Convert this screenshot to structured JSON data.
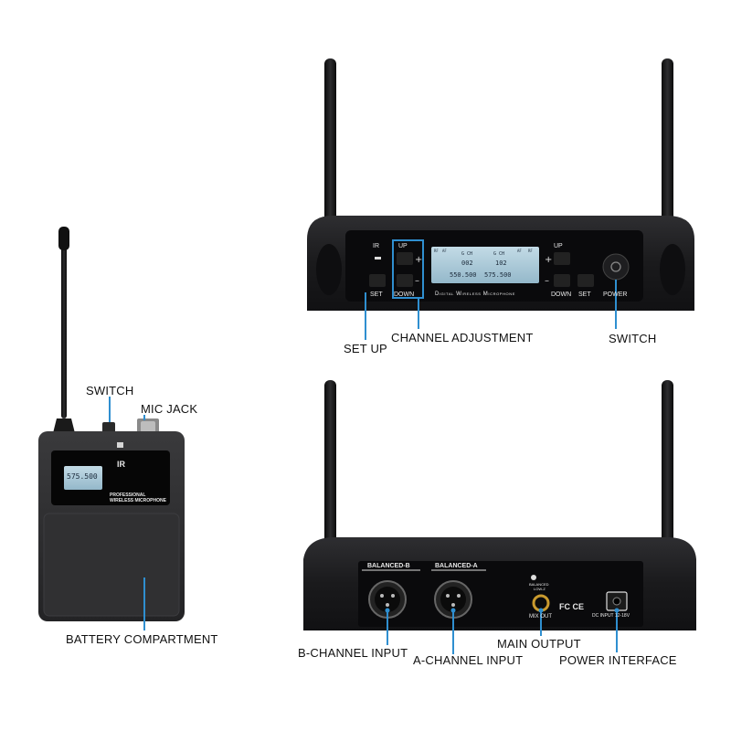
{
  "callouts": {
    "bodypack_switch": "SWITCH",
    "mic_jack": "MIC JACK",
    "battery_compartment": "BATTERY COMPARTMENT",
    "set_up": "SET UP",
    "channel_adjustment": "CHANNEL ADJUSTMENT",
    "receiver_switch": "SWITCH",
    "b_channel_input": "B-CHANNEL INPUT",
    "a_channel_input": "A-CHANNEL INPUT",
    "main_output": "MAIN OUTPUT",
    "power_interface": "POWER INTERFACE"
  },
  "bodypack": {
    "ir": "IR",
    "lcd_freq": "575.500",
    "label_line1": "PROFESSIONAL",
    "label_line2": "WIRELESS MICROPHONE"
  },
  "receiver_front": {
    "ir": "IR",
    "up_left": "UP",
    "up_right": "UP",
    "set_left": "SET",
    "down_left": "DOWN",
    "down_right": "DOWN",
    "set_right": "SET",
    "power": "POWER",
    "brand_line": "Digital Wireless Microphone",
    "lcd": {
      "rf_left": "RF",
      "af_left": "AF",
      "ch_left_label": "G CH",
      "ch_left": "002",
      "freq_left": "550.500",
      "ch_right_label": "G CH",
      "ch_right": "102",
      "freq_right": "575.500",
      "af_right": "AF",
      "rf_right": "RF"
    }
  },
  "receiver_back": {
    "balanced_b": "BALANCED-B",
    "balanced_a": "BALANCED-A",
    "balanced_low": "BALANCED",
    "low_z": "LOW-Z",
    "mix_out": "MIX OUT",
    "fcc": "FC CE",
    "dc_input": "DC INPUT 12-18V"
  },
  "colors": {
    "callout_line": "#2f8fd0",
    "device_body": "#1c1c1e",
    "panel": "#0d0d0f",
    "lcd": "#a9c6d6",
    "highlight_box": "#2f8fd0"
  }
}
